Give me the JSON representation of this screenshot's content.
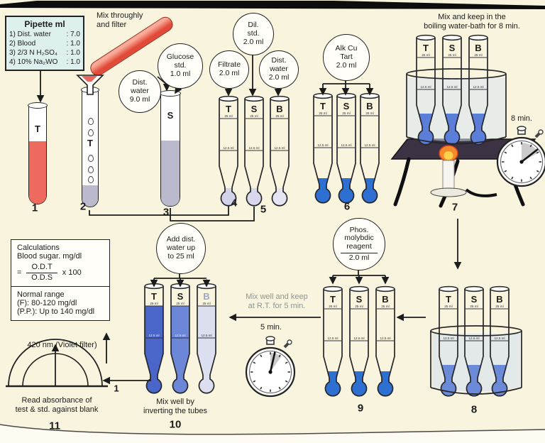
{
  "colors": {
    "background": "#f8f4dd",
    "ink": "#1c1c1c",
    "box_bg": "#def0ee",
    "blood_red": "#e8564a",
    "sediment_gray": "#babacc",
    "pale_lavender": "#d2d2e8",
    "copper_blue": "#2e6fd2",
    "bath_blue": "#5b7fd8",
    "cool_blue": "#6b8ad8",
    "tube10_t": "#4a66c8",
    "tube10_s": "#6d87d8",
    "tube10_b": "#dcdff0",
    "water": "#d9e6f3",
    "table_dark": "#3b3244",
    "flame_orange": "#f28a2c"
  },
  "pipette_box": {
    "title": "Pipette ml",
    "rows": [
      {
        "label": "1) Dist. water",
        "value": ": 7.0"
      },
      {
        "label": "2) Blood",
        "value": ": 1.0"
      },
      {
        "label": "3) 2/3 N H₂SO₄",
        "value": ": 1.0"
      },
      {
        "label": "4) 10% Na₂WO",
        "value": ": 1.0"
      }
    ]
  },
  "notes": {
    "mix_filter": "Mix throughly\nand filter",
    "boil": "Mix and keep in the\nboiling water-bath for 8 min.",
    "watch8": "8 min.",
    "watch5": "5 min.",
    "rt": "Mix well and keep\nat R.T. for 5 min.",
    "mix_invert": "Mix well by\ninverting the tubes",
    "gauge": "420 nm (Violet filter)",
    "read": "Read absorbance of\ntest & std. against blank"
  },
  "bubbles": {
    "dist9": "Dist.\nwater\n9.0 ml",
    "glucose": "Glucose\nstd.\n1.0 ml",
    "filtrate": "Filtrate\n2.0 ml",
    "dil": "Dil.\nstd.\n2.0 ml",
    "dist2": "Dist.\nwater\n2.0 ml",
    "alk": "Alk Cu\nTart\n2.0 ml",
    "phos_main": "Phos.\nmolybdic\nreagent",
    "phos_val": "2.0 ml",
    "add": "Add dist.\nwater up\nto 25 ml"
  },
  "calc": {
    "l1": "Calculations",
    "l2": "Blood sugar. mg/dl",
    "eq": "=",
    "num": "O.D.T",
    "den": "O.D.S",
    "mult": "x 100",
    "l3": "Normal range",
    "l4": "(F): 80-120 mg/dl",
    "l5": "(P.P.): Up to 140 mg/dl"
  },
  "steps": {
    "n1": "1",
    "n2": "2",
    "n3": "3",
    "n4": "4",
    "n5": "5",
    "n6": "6",
    "n7": "7",
    "n8": "8",
    "n9": "9",
    "n10": "10",
    "n11": "11",
    "gauge_tag": "1"
  },
  "tubes_simple": {
    "t1": "T",
    "t2": "T",
    "t3": "S"
  },
  "tube_marks": [
    "25 ml",
    "12.5 ml"
  ],
  "tube_groups": {
    "g45": {
      "letters": [
        "T",
        "S",
        "B"
      ],
      "fills": [
        {
          "level": "bulb",
          "color": "#d2d2e8"
        },
        {
          "level": "bulb",
          "color": "#d8d8ec"
        },
        {
          "level": "bulb",
          "color": "#e4e4f2"
        }
      ]
    },
    "g6": {
      "letters": [
        "T",
        "S",
        "B"
      ],
      "fills": [
        {
          "level": "neck",
          "color": "#2e6fd2"
        },
        {
          "level": "neck",
          "color": "#2e6fd2"
        },
        {
          "level": "neck",
          "color": "#2e6fd2"
        }
      ]
    },
    "g7": {
      "letters": [
        "T",
        "S",
        "B"
      ],
      "fills": [
        {
          "level": "cone",
          "color": "#5b7fd8"
        },
        {
          "level": "cone",
          "color": "#5b7fd8"
        },
        {
          "level": "cone",
          "color": "#5b7fd8"
        }
      ]
    },
    "g8": {
      "letters": [
        "T",
        "S",
        "B"
      ],
      "fills": [
        {
          "level": "cone",
          "color": "#6b8ad8"
        },
        {
          "level": "cone",
          "color": "#6b8ad8"
        },
        {
          "level": "cone",
          "color": "#6b8ad8"
        }
      ]
    },
    "g9": {
      "letters": [
        "T",
        "S",
        "B"
      ],
      "fills": [
        {
          "level": "neck",
          "color": "#2e6fd2"
        },
        {
          "level": "neck",
          "color": "#2e6fd2"
        },
        {
          "level": "neck",
          "color": "#2e6fd2"
        }
      ]
    },
    "g10": {
      "letters": [
        "T",
        "S",
        "B"
      ],
      "letter_colors": [
        null,
        null,
        "#9aa6c8"
      ],
      "fills": [
        {
          "level": "full",
          "color": "#4a66c8",
          "mark2": "#e8ecfa"
        },
        {
          "level": "full",
          "color": "#6d87d8",
          "mark2": "#e8ecfa"
        },
        {
          "level": "full",
          "color": "#dcdff0"
        }
      ]
    }
  }
}
